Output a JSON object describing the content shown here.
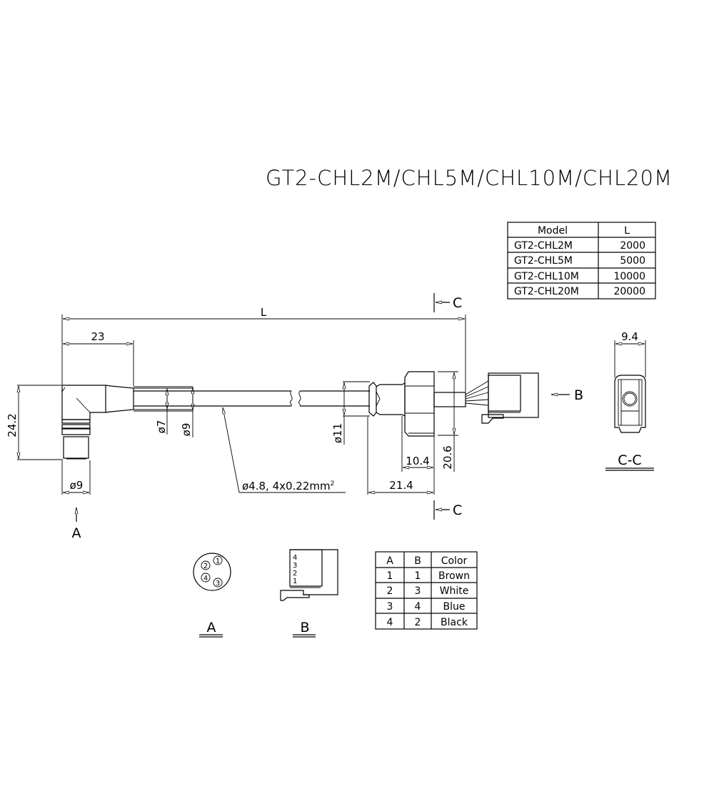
{
  "title": "GT2-CHL2M/CHL5M/CHL10M/CHL20M",
  "model_table": {
    "headers": [
      "Model",
      "L"
    ],
    "rows": [
      {
        "model": "GT2-CHL2M",
        "length": "2000"
      },
      {
        "model": "GT2-CHL5M",
        "length": "5000"
      },
      {
        "model": "GT2-CHL10M",
        "length": "10000"
      },
      {
        "model": "GT2-CHL20M",
        "length": "20000"
      }
    ]
  },
  "dimensions": {
    "overall_length": "L",
    "elbow_length": "23",
    "elbow_height": "24.2",
    "connector_dia": "ø9",
    "boot_inner_dia": "ø7",
    "boot_outer_dia": "ø9",
    "cable_spec": "ø4.8, 4x0.22mm",
    "cable_spec_sup": "2",
    "ferrite_dia": "ø11",
    "housing_length": "10.4",
    "housing_height": "20.6",
    "ferrite_to_end": "21.4",
    "section_width": "9.4"
  },
  "views": {
    "section_marker": "C",
    "view_a_arrow": "A",
    "view_b_arrow": "B",
    "section_label": "C-C",
    "view_a_label": "A",
    "view_b_label": "B"
  },
  "view_a_pins": [
    "1",
    "2",
    "4",
    "3"
  ],
  "view_b_pins": [
    "4",
    "3",
    "2",
    "1"
  ],
  "wire_table": {
    "headers": [
      "A",
      "B",
      "Color"
    ],
    "rows": [
      {
        "a": "1",
        "b": "1",
        "color": "Brown"
      },
      {
        "a": "2",
        "b": "3",
        "color": "White"
      },
      {
        "a": "3",
        "b": "4",
        "color": "Blue"
      },
      {
        "a": "4",
        "b": "2",
        "color": "Black"
      }
    ]
  }
}
